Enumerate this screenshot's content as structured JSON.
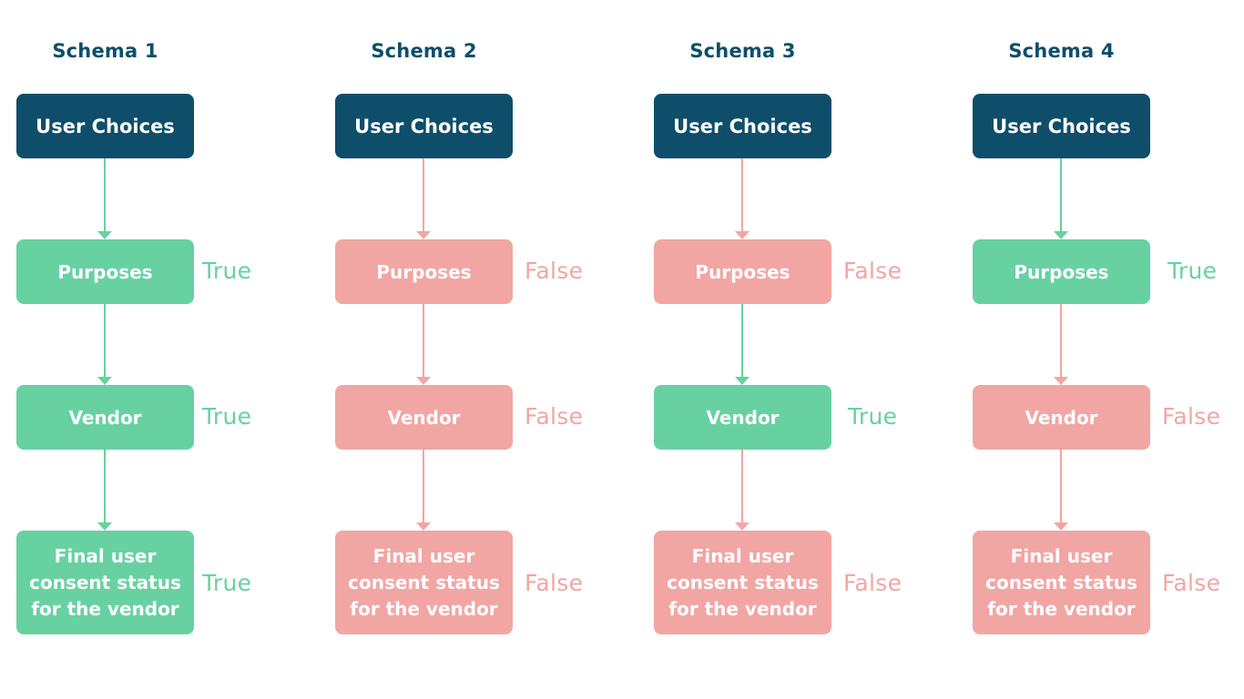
{
  "colors": {
    "title": "#0f4e6b",
    "root_box": "#0f4e6b",
    "true": "#68d1a1",
    "false": "#f1a6a4"
  },
  "schemas": [
    {
      "title": "Schema 1",
      "root": "User Choices",
      "purposes": {
        "label": "Purposes",
        "result": "True"
      },
      "vendor": {
        "label": "Vendor",
        "result": "True"
      },
      "final": {
        "label": "Final user consent status for the vendor",
        "result": "True"
      }
    },
    {
      "title": "Schema 2",
      "root": "User Choices",
      "purposes": {
        "label": "Purposes",
        "result": "False"
      },
      "vendor": {
        "label": "Vendor",
        "result": "False"
      },
      "final": {
        "label": "Final user consent status for the vendor",
        "result": "False"
      }
    },
    {
      "title": "Schema 3",
      "root": "User Choices",
      "purposes": {
        "label": "Purposes",
        "result": "False"
      },
      "vendor": {
        "label": "Vendor",
        "result": "True"
      },
      "final": {
        "label": "Final user consent status for the vendor",
        "result": "False"
      }
    },
    {
      "title": "Schema 4",
      "root": "User Choices",
      "purposes": {
        "label": "Purposes",
        "result": "True"
      },
      "vendor": {
        "label": "Vendor",
        "result": "False"
      },
      "final": {
        "label": "Final user consent status for the vendor",
        "result": "False"
      }
    }
  ]
}
